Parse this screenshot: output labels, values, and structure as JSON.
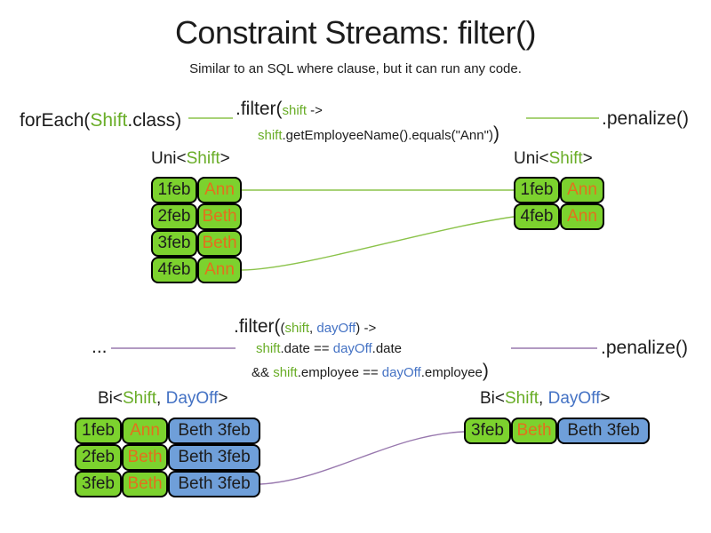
{
  "title": "Constraint Streams: filter()",
  "subtitle": "Similar to an SQL where clause, but it can run any code.",
  "colors": {
    "green_fill": "#7cd22e",
    "green_text": "#69ad27",
    "green_line": "#8bc34a",
    "orange_text": "#e2711d",
    "blue_text": "#4472c4",
    "blue_fill": "#6f9fd9",
    "purple_line": "#9878ae",
    "text": "#1c1c1c"
  },
  "top_code": {
    "foreach": [
      {
        "t": "forEach("
      },
      {
        "t": "Shift"
      },
      {
        "t": ".class)"
      }
    ],
    "filter_l1": [
      {
        "t": ".filter("
      },
      {
        "t": "shift"
      },
      {
        "t": " ->"
      }
    ],
    "filter_l2": [
      {
        "t": "shift"
      },
      {
        "t": ".getEmployeeName().equals(\"Ann\")"
      },
      {
        "t": ")"
      }
    ],
    "penalize": ".penalize()"
  },
  "bottom_code": {
    "dots": "...",
    "filter_l1": [
      {
        "t": ".filter("
      },
      {
        "t": "("
      },
      {
        "t": "shift"
      },
      {
        "t": ", "
      },
      {
        "t": "dayOff"
      },
      {
        "t": ") ->"
      }
    ],
    "filter_l2": [
      {
        "t": "shift"
      },
      {
        "t": ".date == "
      },
      {
        "t": "dayOff"
      },
      {
        "t": ".date"
      }
    ],
    "filter_l3": [
      {
        "t": "&& "
      },
      {
        "t": "shift"
      },
      {
        "t": ".employee == "
      },
      {
        "t": "dayOff"
      },
      {
        "t": ".employee"
      },
      {
        "t": ")"
      }
    ],
    "penalize": ".penalize()"
  },
  "labels": {
    "top_left": [
      {
        "t": "Uni<"
      },
      {
        "t": "Shift"
      },
      {
        "t": ">"
      }
    ],
    "top_right": [
      {
        "t": "Uni<"
      },
      {
        "t": "Shift"
      },
      {
        "t": ">"
      }
    ],
    "bottom_left": [
      {
        "t": "Bi<"
      },
      {
        "t": "Shift"
      },
      {
        "t": ", "
      },
      {
        "t": "DayOff"
      },
      {
        "t": ">"
      }
    ],
    "bottom_right": [
      {
        "t": "Bi<"
      },
      {
        "t": "Shift"
      },
      {
        "t": ", "
      },
      {
        "t": "DayOff"
      },
      {
        "t": ">"
      }
    ]
  },
  "tables": {
    "top_left": {
      "rows": [
        {
          "date": "1feb",
          "name": "Ann"
        },
        {
          "date": "2feb",
          "name": "Beth"
        },
        {
          "date": "3feb",
          "name": "Beth"
        },
        {
          "date": "4feb",
          "name": "Ann"
        }
      ]
    },
    "top_right": {
      "rows": [
        {
          "date": "1feb",
          "name": "Ann"
        },
        {
          "date": "4feb",
          "name": "Ann"
        }
      ]
    },
    "bottom_left": {
      "rows": [
        {
          "date": "1feb",
          "name": "Ann",
          "dayoff": "Beth 3feb"
        },
        {
          "date": "2feb",
          "name": "Beth",
          "dayoff": "Beth 3feb"
        },
        {
          "date": "3feb",
          "name": "Beth",
          "dayoff": "Beth 3feb"
        }
      ]
    },
    "bottom_right": {
      "rows": [
        {
          "date": "3feb",
          "name": "Beth",
          "dayoff": "Beth 3feb"
        }
      ]
    }
  }
}
